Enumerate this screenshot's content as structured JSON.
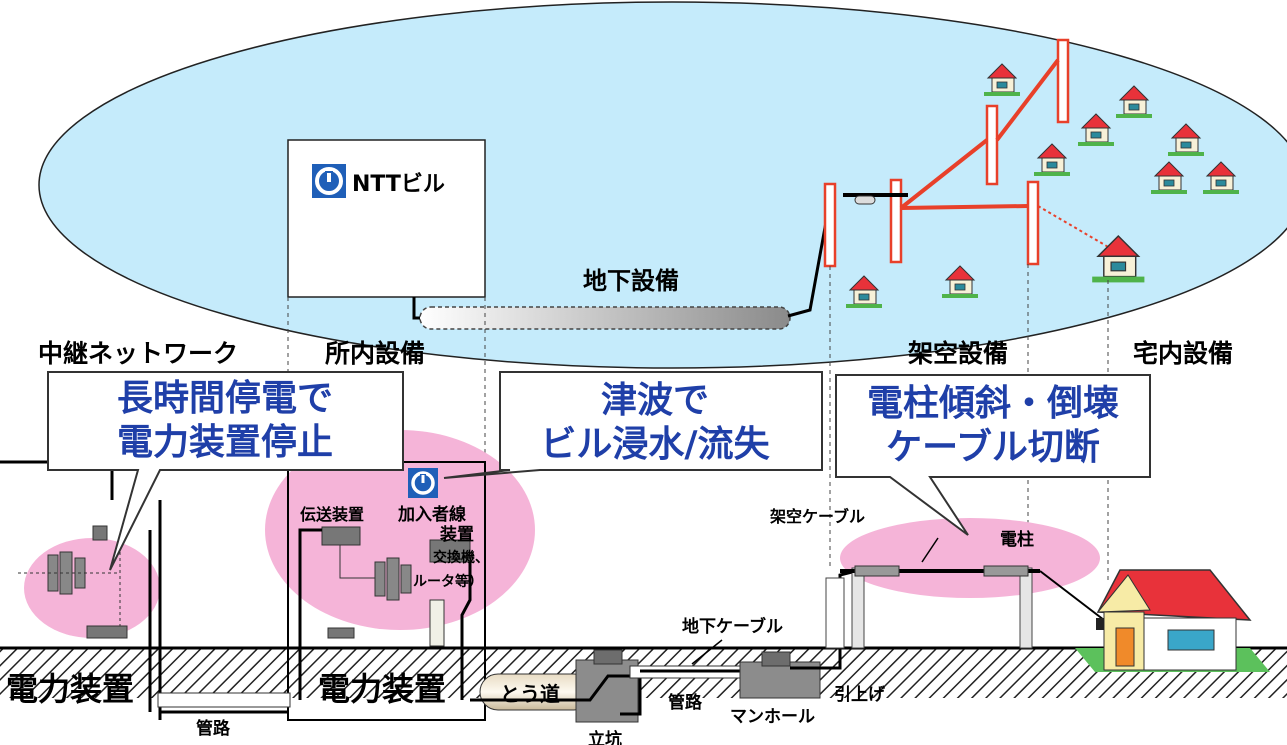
{
  "top": {
    "ntt_building": "NTTビル",
    "underground": "地下設備"
  },
  "sections": {
    "relay_network": "中継ネットワーク",
    "in_station": "所内設備",
    "aerial": "架空設備",
    "in_home": "宅内設備"
  },
  "callouts": {
    "outage_line1": "長時間停電で",
    "outage_line2": "電力装置停止",
    "tsunami_line1": "津波で",
    "tsunami_line2": "ビル浸水/流失",
    "pole_line1": "電柱傾斜・倒壊",
    "pole_line2": "ケーブル切断"
  },
  "equipment": {
    "transmission": "伝送装置",
    "subscriber_line1": "加入者線",
    "subscriber_line2": "装置",
    "subscriber_line3": "交換機、",
    "subscriber_line4": "ルータ等）",
    "power_left": "電力装置",
    "power_mid": "電力装置",
    "tunnel": "とう道",
    "conduit_left": "管路",
    "shaft": "立坑",
    "underground_cable": "地下ケーブル",
    "conduit_mid": "管路",
    "manhole": "マンホール",
    "pullup": "引上げ",
    "aerial_cable": "架空ケーブル",
    "pole": "電柱"
  },
  "colors": {
    "sky": "#c5ebfb",
    "pink": "#f5b4d8",
    "accent_red": "#e8402a",
    "callout_text": "#1f3fa8"
  }
}
